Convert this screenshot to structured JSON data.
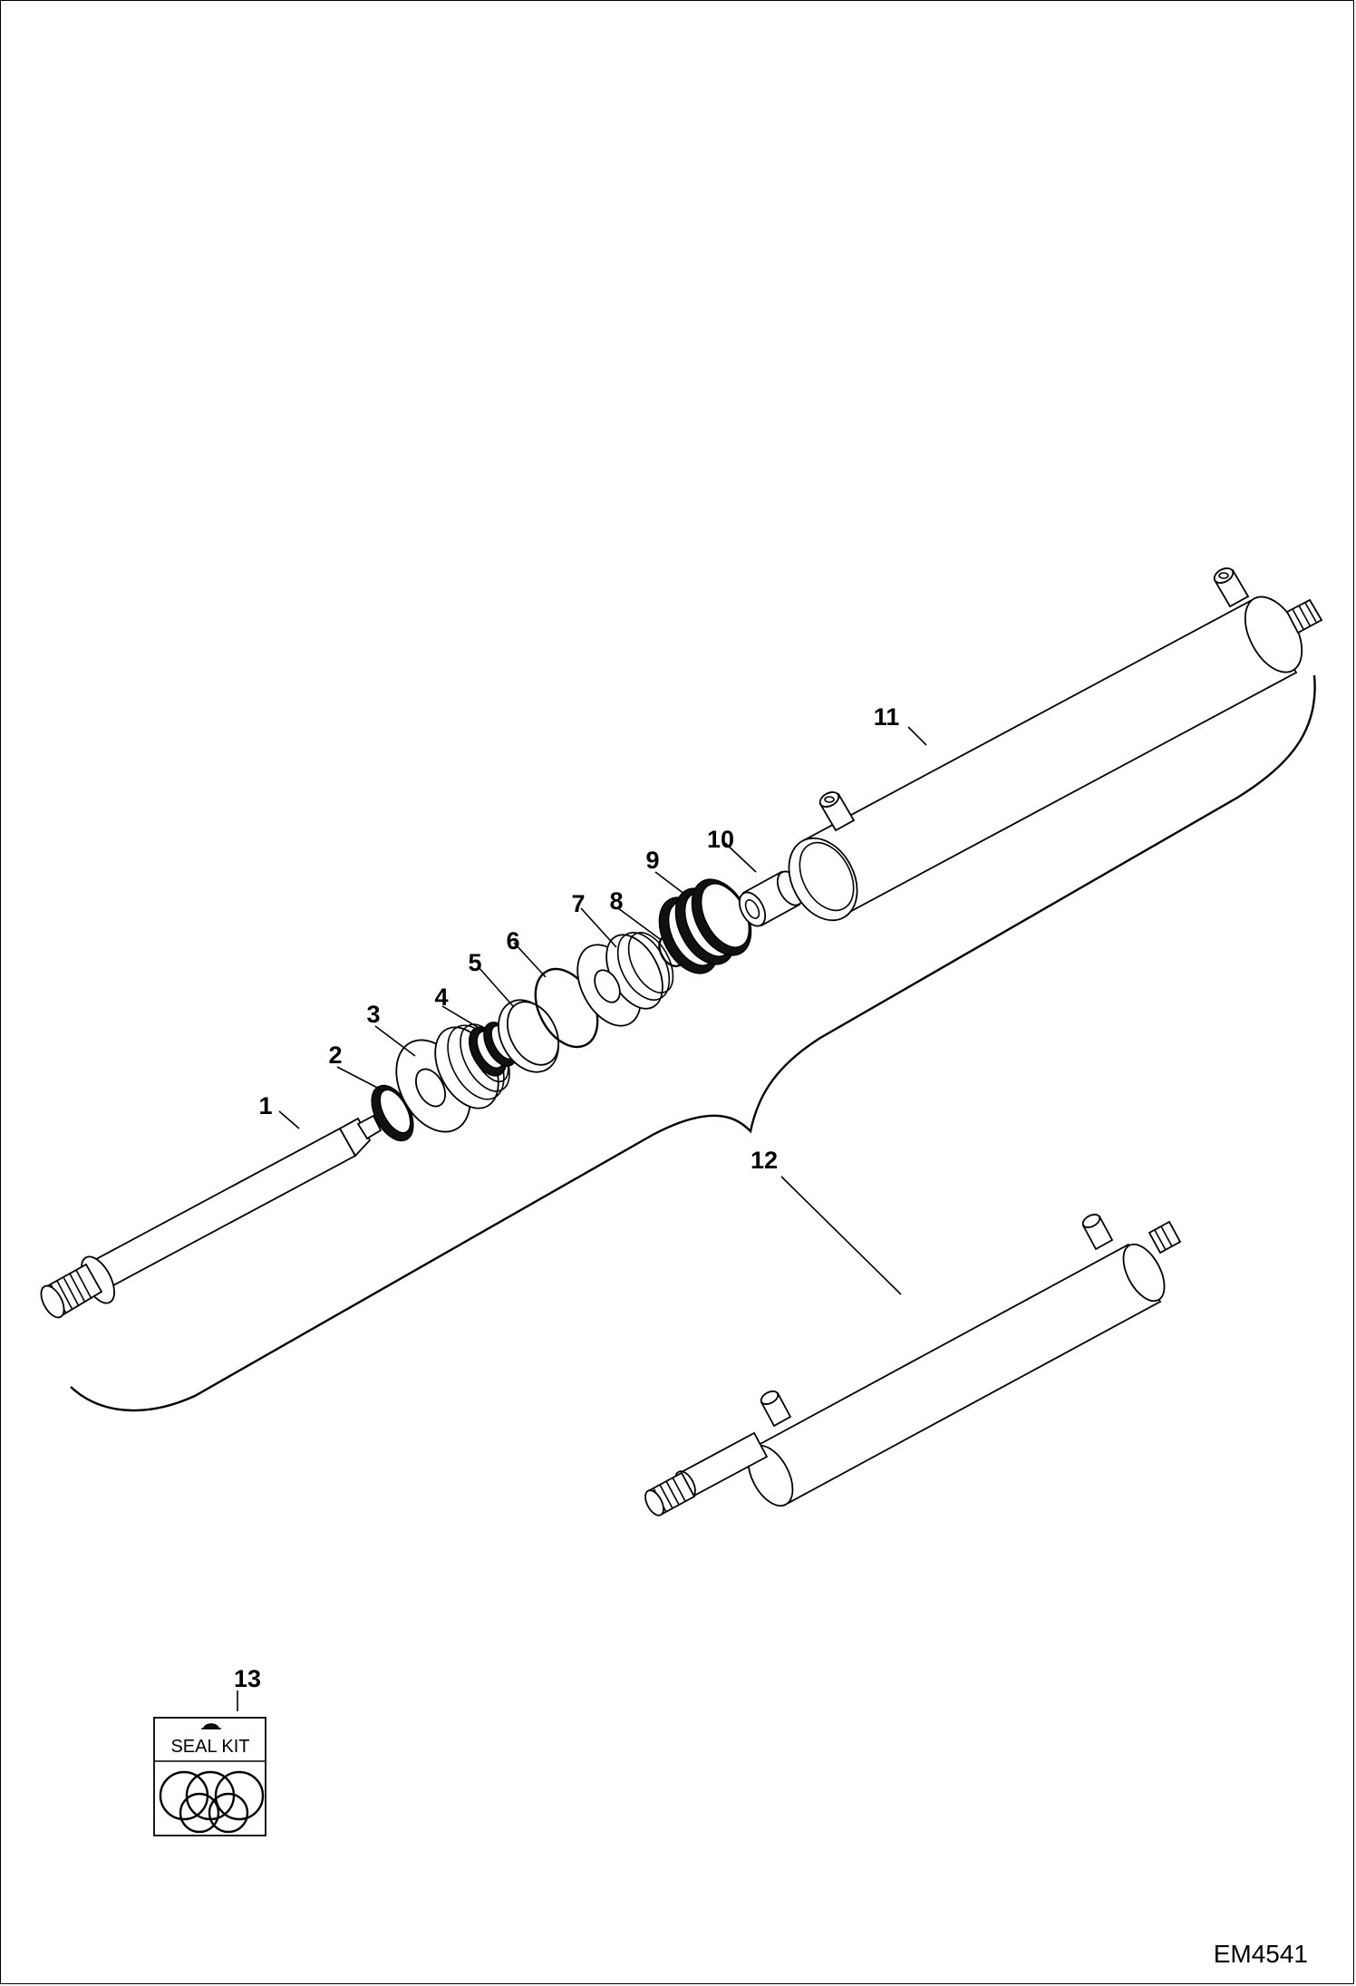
{
  "diagram": {
    "figure_id": "EM4541",
    "seal_kit_label": "SEAL KIT",
    "callouts": [
      "1",
      "2",
      "3",
      "4",
      "5",
      "6",
      "7",
      "8",
      "9",
      "10",
      "11",
      "12",
      "13"
    ]
  }
}
